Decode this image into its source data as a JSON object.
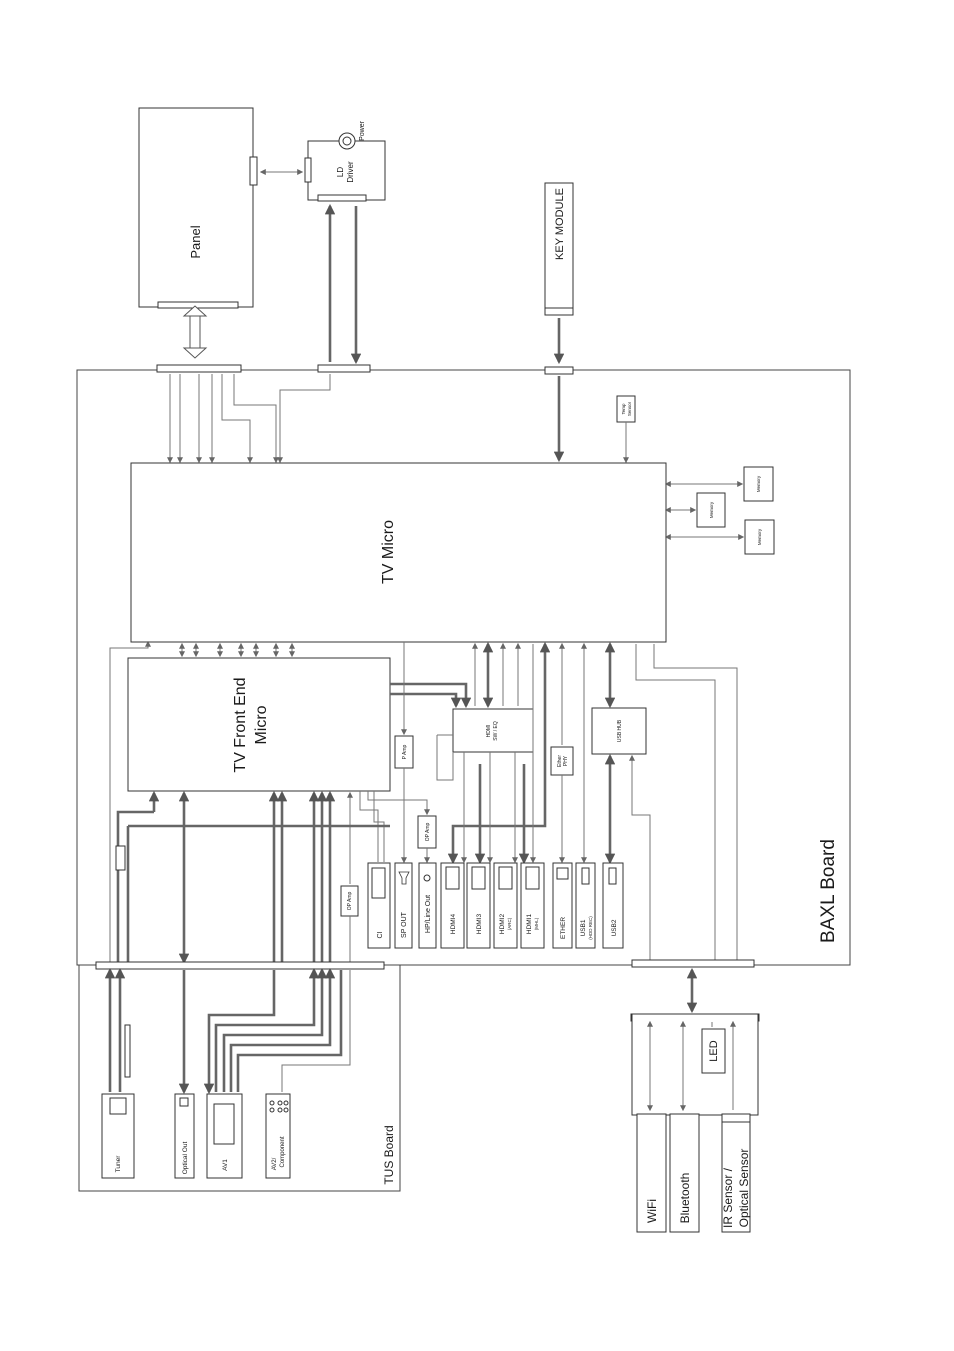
{
  "boards": {
    "baxl": "BAXL Board",
    "tus": "TUS Board"
  },
  "blocks": {
    "panel": "Panel",
    "ld_driver_line1": "LD",
    "ld_driver_line2": "Driver",
    "power": "Power",
    "key_module": "KEY MODULE",
    "temp_sensor_line1": "Temp",
    "temp_sensor_line2": "Sensor",
    "memory_1": "Memory",
    "memory_2": "Memory",
    "memory_3": "Memory",
    "tv_micro": "TV Micro",
    "tv_front_end_line1": "TV Front End",
    "tv_front_end_line2": "Micro",
    "p_amp": "P Amp",
    "hdmi_sw_line1": "HDMI",
    "hdmi_sw_line2": "SW / EQ",
    "ether_phy_line1": "Ether",
    "ether_phy_line2": "PHY",
    "usb_hub": "USB HUB",
    "op_amp_1": "OP Amp",
    "op_amp_2": "OP Amp",
    "led": "LED"
  },
  "ports": {
    "ci": "CI",
    "sp_out": "SP OUT",
    "hp_line_out": "HP/Line Out",
    "hdmi4": "HDMI4",
    "hdmi3": "HDMI3",
    "hdmi2": "HDMI2",
    "hdmi2_sub": "(ARC)",
    "hdmi1": "HDMI1",
    "hdmi1_sub": "(MHL)",
    "ether": "ETHER",
    "usb1": "USB1",
    "usb1_sub": "(HDD REC)",
    "usb2": "USB2"
  },
  "tus_ports": {
    "tuner": "Tuner",
    "optical_out": "Optical Out",
    "av1": "AV1",
    "av2_line1": "AV2/",
    "av2_line2": "Component"
  },
  "modules": {
    "wifi": "WiFi",
    "bluetooth": "Bluetooth",
    "ir_line1": "IR Sensor /",
    "ir_line2": "Optical Sensor"
  }
}
